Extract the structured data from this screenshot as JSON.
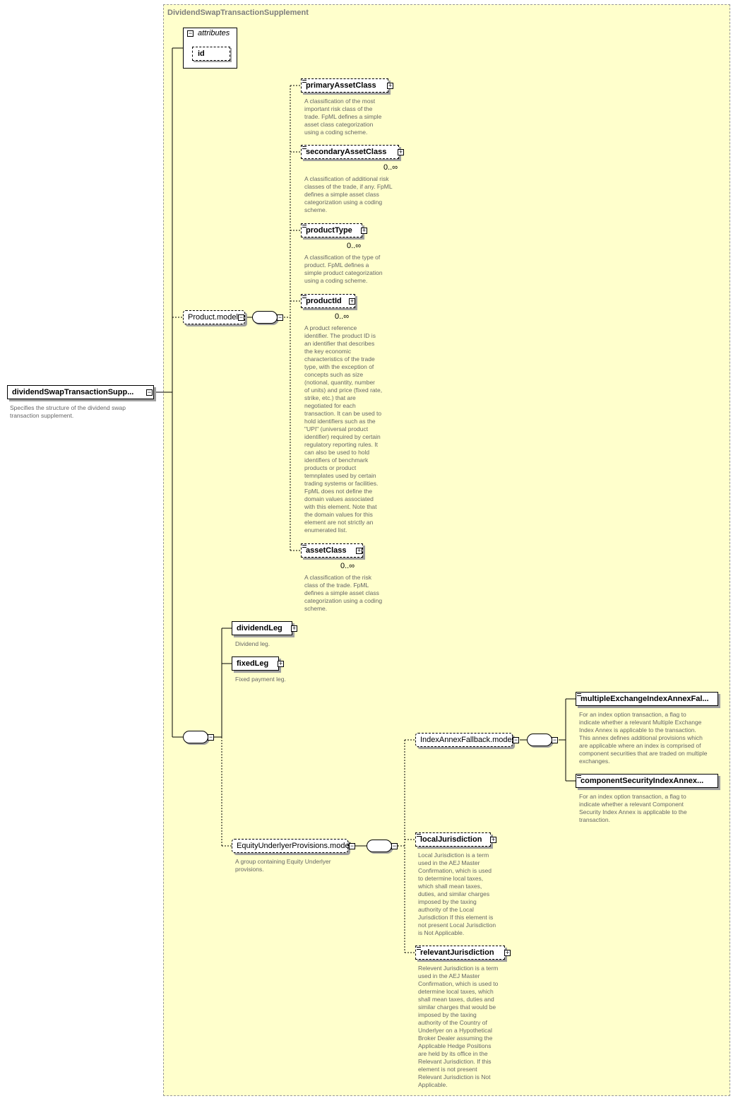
{
  "diagram": {
    "frame_title": "DividendSwapTransactionSupplement",
    "attributes_label": "attributes",
    "root": {
      "name": "dividendSwapTransactionSupp...",
      "description": "Specifies the structure of the dividend swap\ntransaction supplement."
    },
    "attributes": [
      {
        "name": "id"
      }
    ],
    "product_model": {
      "name": "Product.model",
      "elements": [
        {
          "name": "primaryAssetClass",
          "cardinality": "",
          "description": "A classification of the most\nimportant risk class of the\ntrade. FpML defines a simple\nasset class categorization\nusing a coding scheme."
        },
        {
          "name": "secondaryAssetClass",
          "cardinality": "0..∞",
          "description": "A classification of additional risk\nclasses of the trade, if any. FpML\ndefines a simple asset class\ncategorization using a coding\nscheme."
        },
        {
          "name": "productType",
          "cardinality": "0..∞",
          "description": "A classification of the type of\nproduct. FpML defines a\nsimple product categorization\nusing a coding scheme."
        },
        {
          "name": "productId",
          "cardinality": "0..∞",
          "description": "A product reference\nidentifier. The product ID is\nan identifier that describes\nthe key economic\ncharacteristics of the trade\ntype, with the exception of\nconcepts such as size\n(notional, quantity, number\nof units) and price (fixed rate,\nstrike, etc.) that are\nnegotiated for each\ntransaction. It can be used to\nhold identifiers such as the\n\"UPI\" (universal product\nidentifier) required by certain\nregulatory reporting rules. It\ncan also be used to hold\nidentifiers of benchmark\nproducts or product\ntemnplates used by certain\ntrading systems or facilities.\nFpML does not define the\ndomain values associated\nwith this element. Note that\nthe domain values for this\nelement are not strictly an\nenumerated list."
        },
        {
          "name": "assetClass",
          "cardinality": "0..∞",
          "description": "A classification of the risk\nclass of the trade. FpML\ndefines a simple asset class\ncategorization using a coding\nscheme."
        }
      ]
    },
    "legs": [
      {
        "name": "dividendLeg",
        "description": "Dividend leg."
      },
      {
        "name": "fixedLeg",
        "description": "Fixed payment leg."
      }
    ],
    "equity_model": {
      "name": "EquityUnderlyerProvisions.model",
      "description": "A group containing Equity Underlyer\nprovisions.",
      "index_model": {
        "name": "IndexAnnexFallback.model",
        "elements": [
          {
            "name": "multipleExchangeIndexAnnexFal...",
            "description": "For an index option transaction, a flag to\nindicate whether a relevant Multiple Exchange\nIndex Annex is applicable to the transaction.\nThis annex defines additional provisions which\nare applicable where an index is comprised of\ncomponent securities that are traded on multiple\nexchanges."
          },
          {
            "name": "componentSecurityIndexAnnex...",
            "description": "For an index option transaction, a flag to\nindicate whether a relevant Component\nSecurity Index Annex is applicable to the\ntransaction."
          }
        ]
      },
      "elements": [
        {
          "name": "localJurisdiction",
          "description": "Local Jurisdiction is a term\nused in the AEJ Master\nConfirmation, which is used\nto determine local taxes,\nwhich shall mean taxes,\nduties, and similar charges\nimposed by the taxing\nauthority of the Local\nJurisdiction If this element is\nnot present Local Jurisdiction\nis Not Applicable."
        },
        {
          "name": "relevantJurisdiction",
          "description": "Relevent Jurisdiction is a term\nused in the AEJ Master\nConfirmation, which is used to\ndetermine local taxes, which\nshall mean taxes, duties and\nsimilar charges that would be\nimposed by the taxing\nauthority of the Country of\nUnderlyer on a Hypothetical\nBroker Dealer assuming the\nApplicable Hedge Positions\nare held by its office in the\nRelevant Jurisdiction. If this\nelement is not present\nRelevant Jurisdiction is Not\nApplicable."
        }
      ]
    }
  }
}
